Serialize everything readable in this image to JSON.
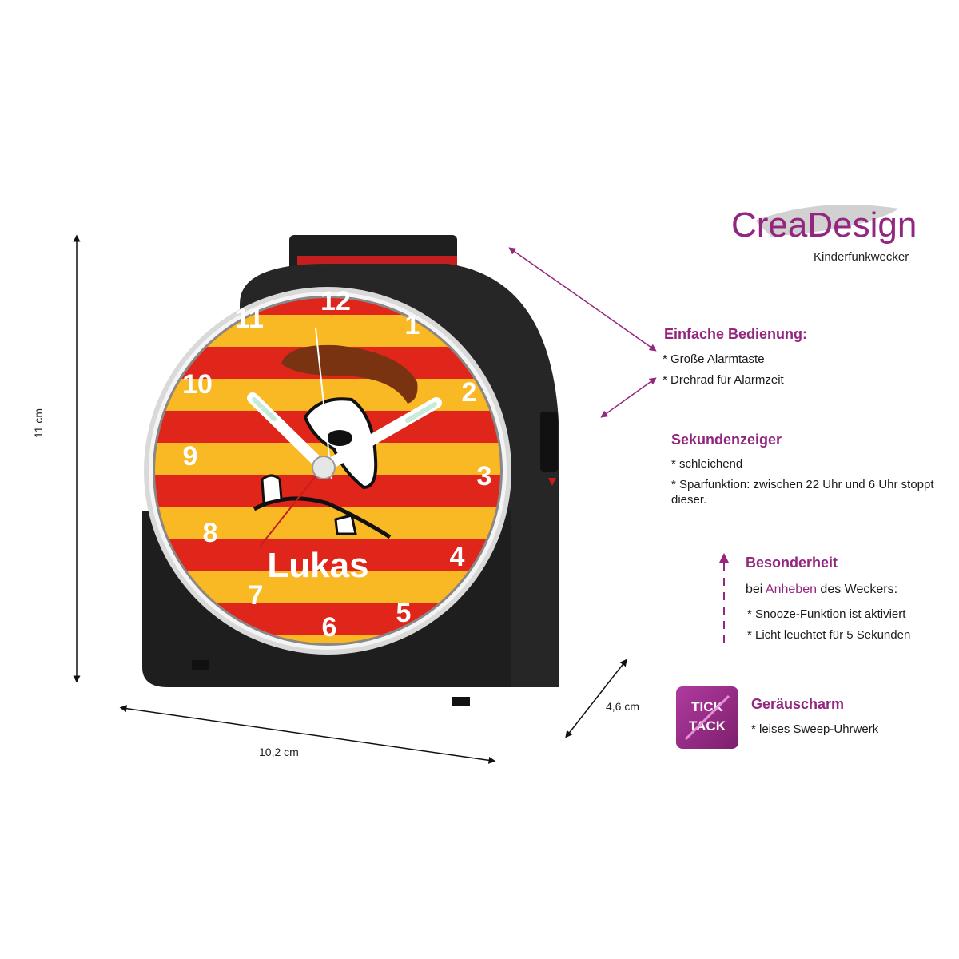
{
  "brand": {
    "logo_text": "CreaDesign",
    "subtitle": "Kinderfunkwecker"
  },
  "product": {
    "name_on_dial": "Lukas",
    "dial_numbers": [
      "12",
      "1",
      "2",
      "3",
      "4",
      "5",
      "6",
      "7",
      "8",
      "9",
      "10",
      "11"
    ],
    "colors": {
      "stripe_red": "#e0251b",
      "stripe_yellow": "#f9b924",
      "body": "#242424",
      "accent": "#93267f"
    }
  },
  "dimensions": {
    "height": "11 cm",
    "width": "10,2 cm",
    "depth": "4,6 cm"
  },
  "features": {
    "operation": {
      "title": "Einfache Bedienung:",
      "items": [
        "* Große Alarmtaste",
        "* Drehrad für Alarmzeit"
      ]
    },
    "second_hand": {
      "title": "Sekundenzeiger",
      "items": [
        "* schleichend",
        "* Sparfunktion: zwischen 22 Uhr und 6 Uhr stoppt dieser."
      ]
    },
    "special": {
      "title": "Besonderheit",
      "intro_pre": "bei ",
      "intro_accent": "Anheben",
      "intro_post": " des Weckers:",
      "items": [
        "* Snooze-Funktion ist aktiviert",
        "* Licht leuchtet für 5 Sekunden"
      ]
    },
    "noise": {
      "badge_line1": "TICK",
      "badge_line2": "TACK",
      "title": "Geräuscharm",
      "items": [
        "* leises Sweep-Uhrwerk"
      ]
    }
  }
}
